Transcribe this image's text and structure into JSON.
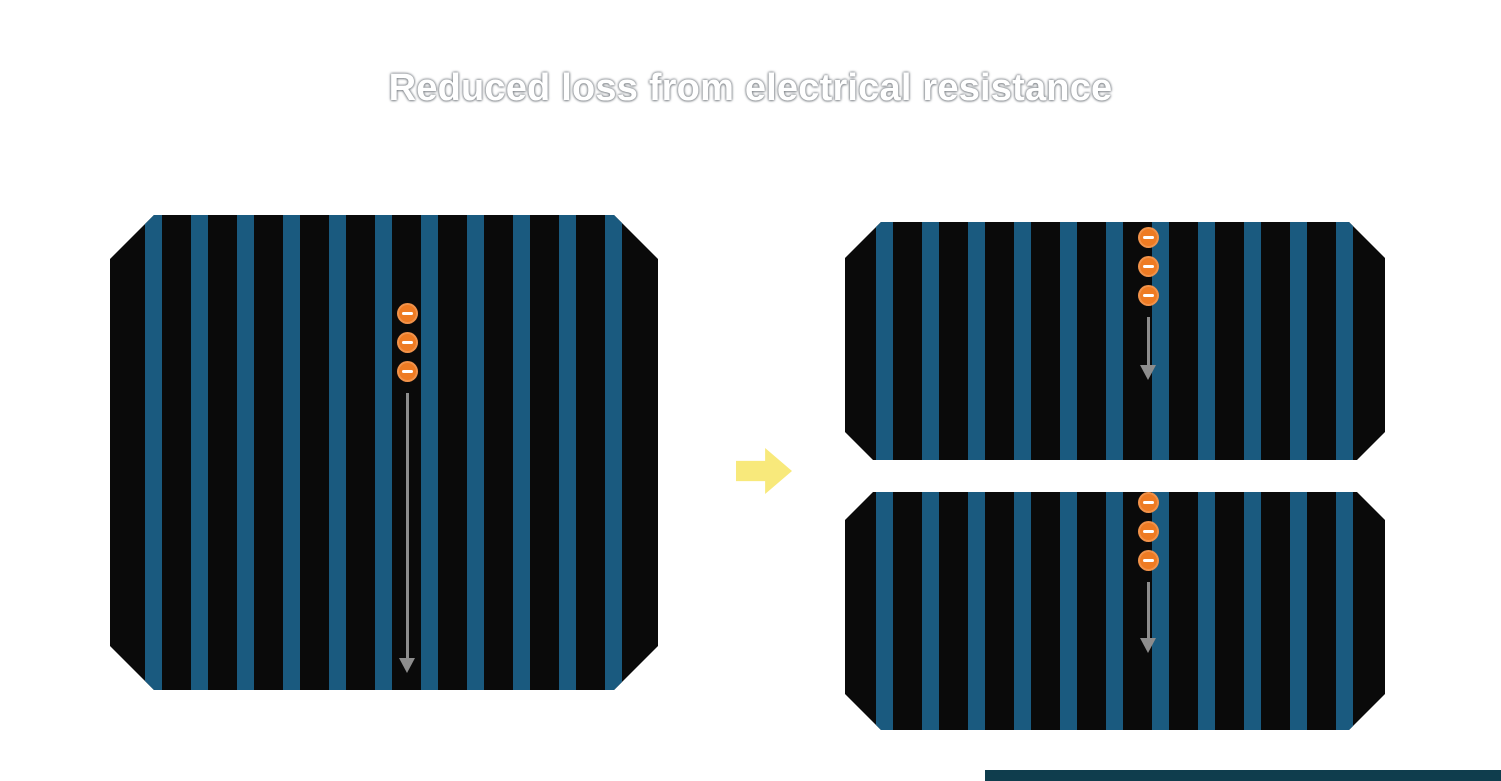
{
  "title": "Reduced loss from electrical resistance",
  "colors": {
    "background": "#ffffff",
    "title_text": "#ffffff",
    "cell_body": "#0a0a0a",
    "busbar_blue": "#1a5a7f",
    "electron_orange": "#ee7b23",
    "electron_minus": "#ffffff",
    "flow_arrow_gray": "#8d8d8d",
    "transition_arrow_yellow": "#f8e97b",
    "footer_bar_teal": "#0f3d4d"
  },
  "diagram": {
    "transition_arrow": {
      "direction": "right"
    },
    "full_cell": {
      "busbars": 11,
      "electrons": 3,
      "current_arrow_direction": "down"
    },
    "half_cell_top": {
      "busbars": 11,
      "electrons": 3,
      "current_arrow_direction": "down"
    },
    "half_cell_bottom": {
      "busbars": 11,
      "electrons": 3,
      "current_arrow_direction": "down"
    }
  }
}
